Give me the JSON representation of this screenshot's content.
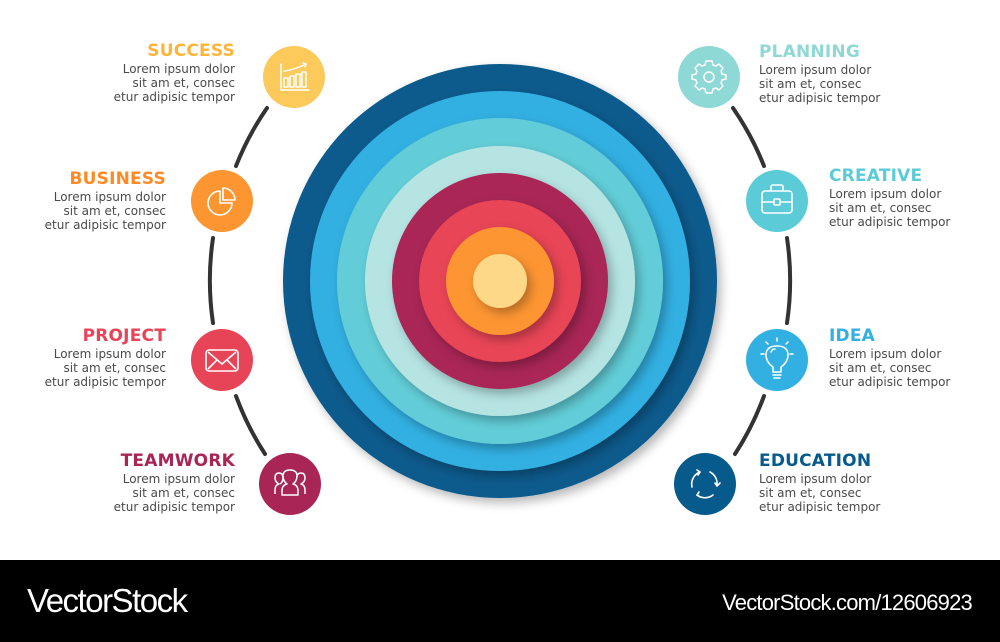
{
  "diagram": {
    "type": "concentric-circles-infographic",
    "rings": [
      {
        "radius": 217,
        "color": "#075a8c"
      },
      {
        "radius": 190,
        "color": "#33b0e2"
      },
      {
        "radius": 163,
        "color": "#62cdd8"
      },
      {
        "radius": 135,
        "color": "#b5e4e3"
      },
      {
        "radius": 108,
        "color": "#a92556"
      },
      {
        "radius": 81,
        "color": "#e84457"
      },
      {
        "radius": 54,
        "color": "#fd9531"
      },
      {
        "radius": 27,
        "color": "#fdd888"
      }
    ],
    "items": [
      {
        "id": "success",
        "title": "SUCCESS",
        "color": "#fcca5b",
        "icon": "bar-chart-icon",
        "side": "left",
        "lines": [
          "Lorem ipsum dolor",
          "sit am et, consec",
          "etur adipisic tempor"
        ]
      },
      {
        "id": "business",
        "title": "BUSINESS",
        "color": "#fd9531",
        "icon": "pie-chart-icon",
        "side": "left",
        "lines": [
          "Lorem ipsum dolor",
          "sit am et, consec",
          "etur adipisic tempor"
        ]
      },
      {
        "id": "project",
        "title": "PROJECT",
        "color": "#e84457",
        "icon": "envelope-icon",
        "side": "left",
        "lines": [
          "Lorem ipsum dolor",
          "sit am et, consec",
          "etur adipisic tempor"
        ]
      },
      {
        "id": "teamwork",
        "title": "TEAMWORK",
        "color": "#a92556",
        "icon": "team-icon",
        "side": "left",
        "lines": [
          "Lorem ipsum dolor",
          "sit am et, consec",
          "etur adipisic tempor"
        ]
      },
      {
        "id": "planning",
        "title": "PLANNING",
        "color": "#8ed8d6",
        "icon": "gear-icon",
        "side": "right",
        "lines": [
          "Lorem ipsum dolor",
          "sit am et, consec",
          "etur adipisic tempor"
        ]
      },
      {
        "id": "creative",
        "title": "CREATIVE",
        "color": "#5ccbd8",
        "icon": "briefcase-icon",
        "side": "right",
        "lines": [
          "Lorem ipsum dolor",
          "sit am et, consec",
          "etur adipisic tempor"
        ]
      },
      {
        "id": "idea",
        "title": "IDEA",
        "color": "#33b0e2",
        "icon": "lightbulb-icon",
        "side": "right",
        "lines": [
          "Lorem ipsum dolor",
          "sit am et, consec",
          "etur adipisic tempor"
        ]
      },
      {
        "id": "education",
        "title": "EDUCATION",
        "color": "#075a8c",
        "icon": "cycle-arrows-icon",
        "side": "right",
        "lines": [
          "Lorem ipsum dolor",
          "sit am et, consec",
          "etur adipisic tempor"
        ]
      }
    ],
    "connector_color": "#333333"
  },
  "footer": {
    "brand": "VectorStock",
    "url": "VectorStock.com/12606923"
  }
}
